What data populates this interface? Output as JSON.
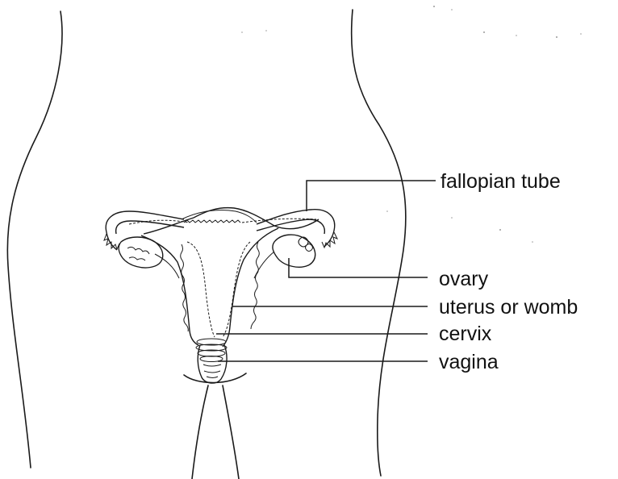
{
  "labels": {
    "fallopian_tube": "fallopian tube",
    "ovary": "ovary",
    "uterus": "uterus or womb",
    "cervix": "cervix",
    "vagina": "vagina"
  }
}
